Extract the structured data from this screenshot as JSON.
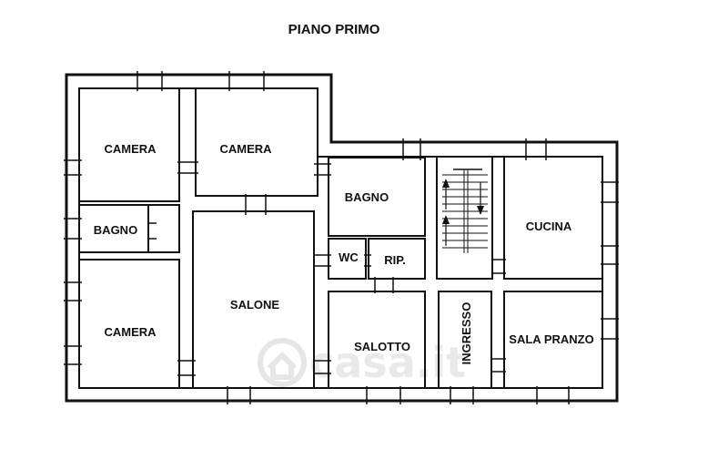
{
  "title": "PIANO PRIMO",
  "rooms": {
    "camera_top_left": "CAMERA",
    "camera_top_mid": "CAMERA",
    "camera_bottom_left": "CAMERA",
    "bagno_small": "BAGNO",
    "bagno": "BAGNO",
    "salone": "SALONE",
    "wc": "WC",
    "rip": "RIP.",
    "salotto": "SALOTTO",
    "ingresso": "INGRESSO",
    "cucina": "CUCINA",
    "sala_pranzo": "SALA PRANZO"
  },
  "watermark": "casa.it"
}
